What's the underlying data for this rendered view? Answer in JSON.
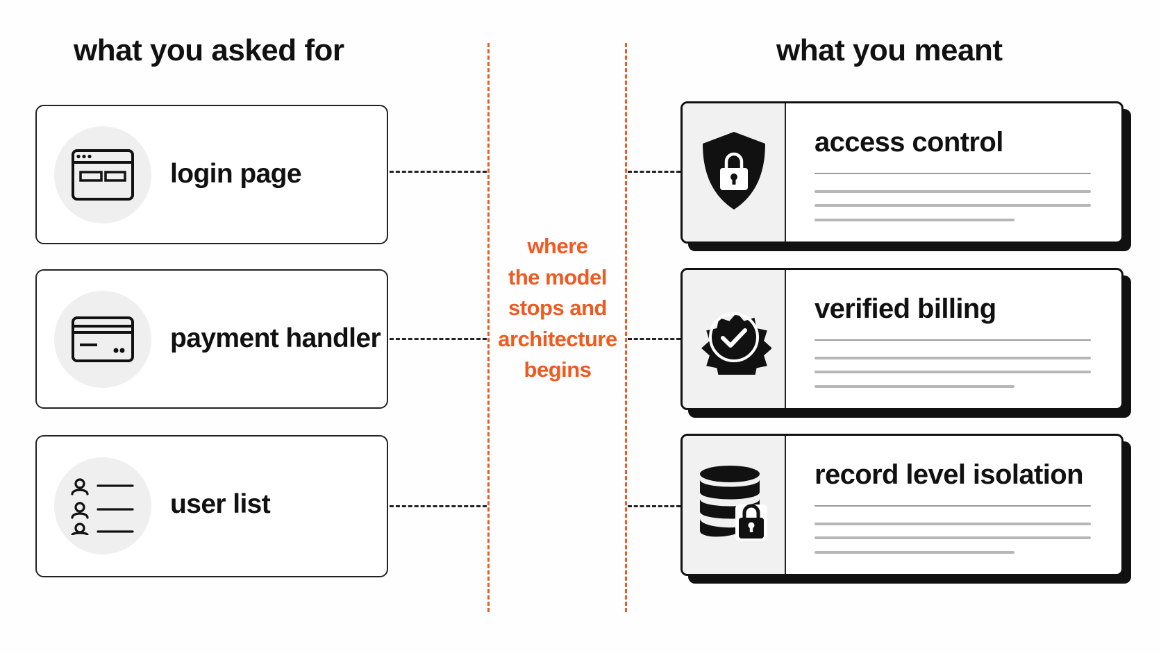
{
  "left": {
    "heading": "what you asked for",
    "items": [
      {
        "label": "login page",
        "icon": "browser-window-icon"
      },
      {
        "label": "payment handler",
        "icon": "credit-card-icon"
      },
      {
        "label": "user list",
        "icon": "user-list-icon"
      }
    ]
  },
  "right": {
    "heading": "what you meant",
    "items": [
      {
        "label": "access control",
        "icon": "shield-lock-icon"
      },
      {
        "label": "verified billing",
        "icon": "verified-badge-icon"
      },
      {
        "label": "record level isolation",
        "icon": "database-lock-icon"
      }
    ]
  },
  "center": {
    "lines": [
      "where",
      "the model",
      "stops and",
      "architecture",
      "begins"
    ]
  },
  "colors": {
    "accent": "#ee5a1f",
    "ink": "#111111",
    "panel": "#f1f1f1"
  }
}
